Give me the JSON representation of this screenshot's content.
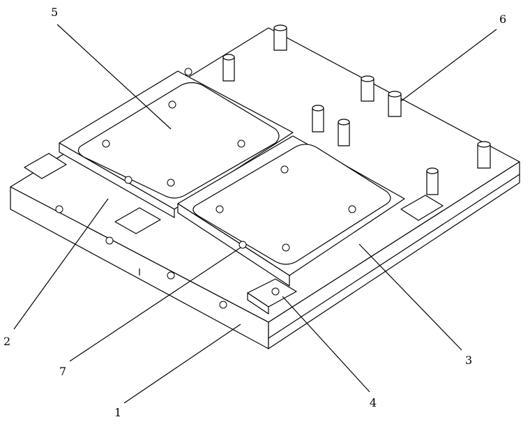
{
  "figure": {
    "labels": {
      "part1": "1",
      "part2": "2",
      "part3": "3",
      "part4": "4",
      "part5": "5",
      "part6": "6",
      "part7": "7"
    }
  }
}
